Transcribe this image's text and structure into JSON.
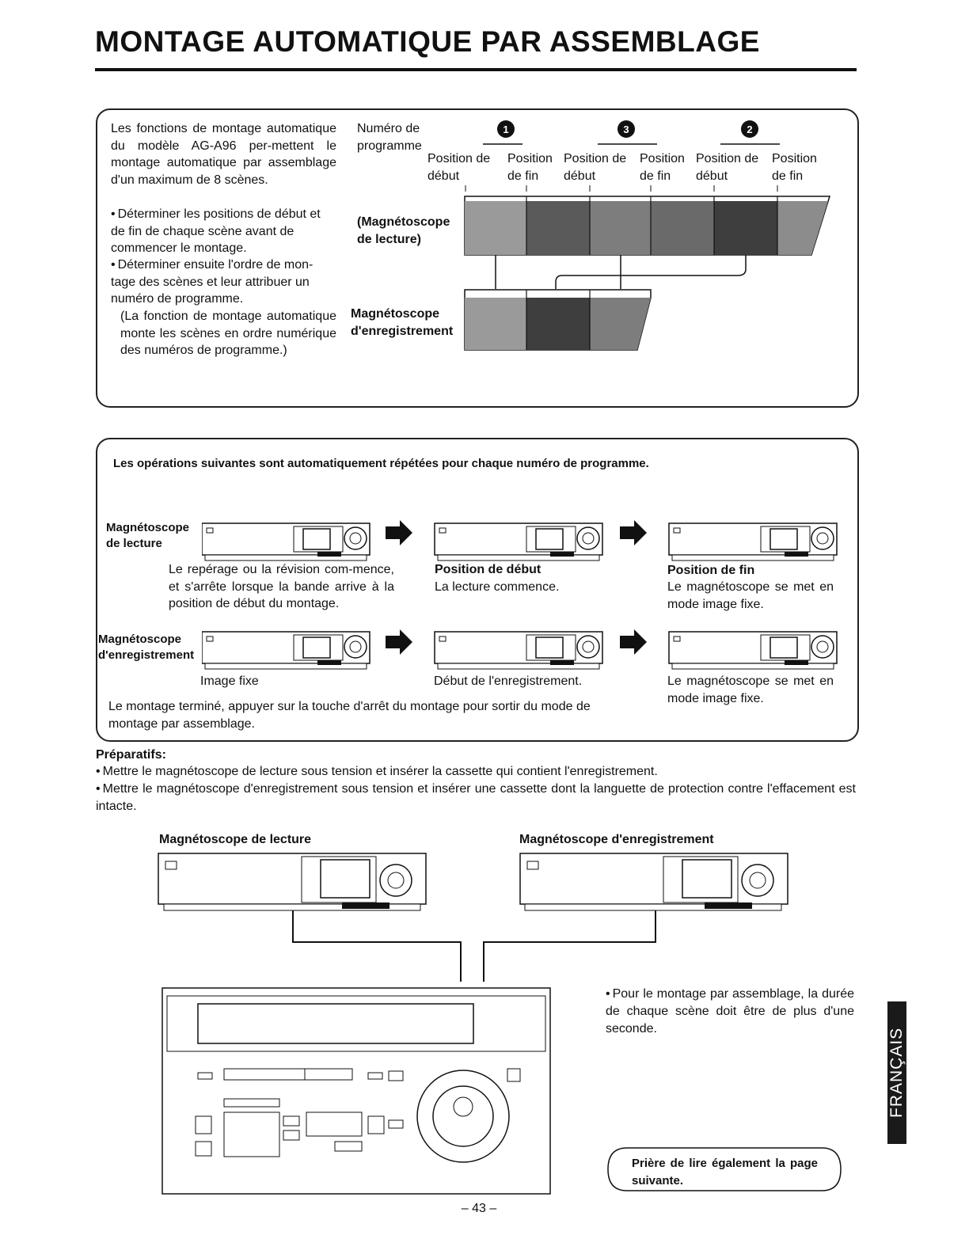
{
  "header": {
    "title": "MONTAGE AUTOMATIQUE PAR ASSEMBLAGE"
  },
  "intro": {
    "paragraph": "Les fonctions de montage automatique du modèle AG-A96 per-mettent le montage automatique par assemblage d'un maximum de 8 scènes.",
    "bullet1": "Déterminer les positions de début et de fin de chaque scène avant de commencer le montage.",
    "bullet2": "Déterminer ensuite l'ordre de mon-tage des scènes et leur attribuer un numéro de programme.",
    "note": "(La fonction de montage automatique monte les scènes en ordre numérique des numéros de programme.)"
  },
  "diagram1": {
    "numero_label": "Numéro de programme",
    "program_numbers": [
      "1",
      "3",
      "2"
    ],
    "pos_debut": "Position de début",
    "pos_fin": "Position de fin",
    "playback_label": "(Magnétoscope de lecture)",
    "recording_label": "Magnétoscope d'enregistrement"
  },
  "operations": {
    "heading": "Les opérations suivantes sont automatiquement répétées pour chaque numéro de programme.",
    "playback_label": "Magnétoscope de lecture",
    "recording_label": "Magnétoscope d'enregistrement",
    "step1_text": "Le repérage ou la révision com-mence, et s'arrête lorsque la bande arrive à la position de début du montage.",
    "step2_title": "Position de début",
    "step2_text": "La lecture commence.",
    "step3_title": "Position de fin",
    "step3_text": "Le magnétoscope se met en mode image fixe.",
    "rec1_text": "Image fixe",
    "rec2_text": "Début de l'enregistrement.",
    "rec3_text": "Le magnétoscope se met en mode image fixe.",
    "end_text": "Le montage terminé, appuyer sur la touche d'arrêt du montage pour sortir du mode de montage par assemblage."
  },
  "preparatifs": {
    "heading": "Préparatifs:",
    "item1": "Mettre le magnétoscope de lecture sous tension et insérer la cassette qui contient l'enregistrement.",
    "item2": "Mettre le magnétoscope d'enregistrement sous tension et insérer une cassette dont la languette de protection contre l'effacement est intacte."
  },
  "connection": {
    "playback_label": "Magnétoscope de lecture",
    "recording_label": "Magnétoscope d'enregistrement",
    "note": "Pour le montage par assemblage, la durée de chaque scène doit être de plus d'une seconde.",
    "see_next": "Prière de lire également la page suivante."
  },
  "footer": {
    "page_number": "– 43 –",
    "language_tab": "FRANÇAIS"
  }
}
